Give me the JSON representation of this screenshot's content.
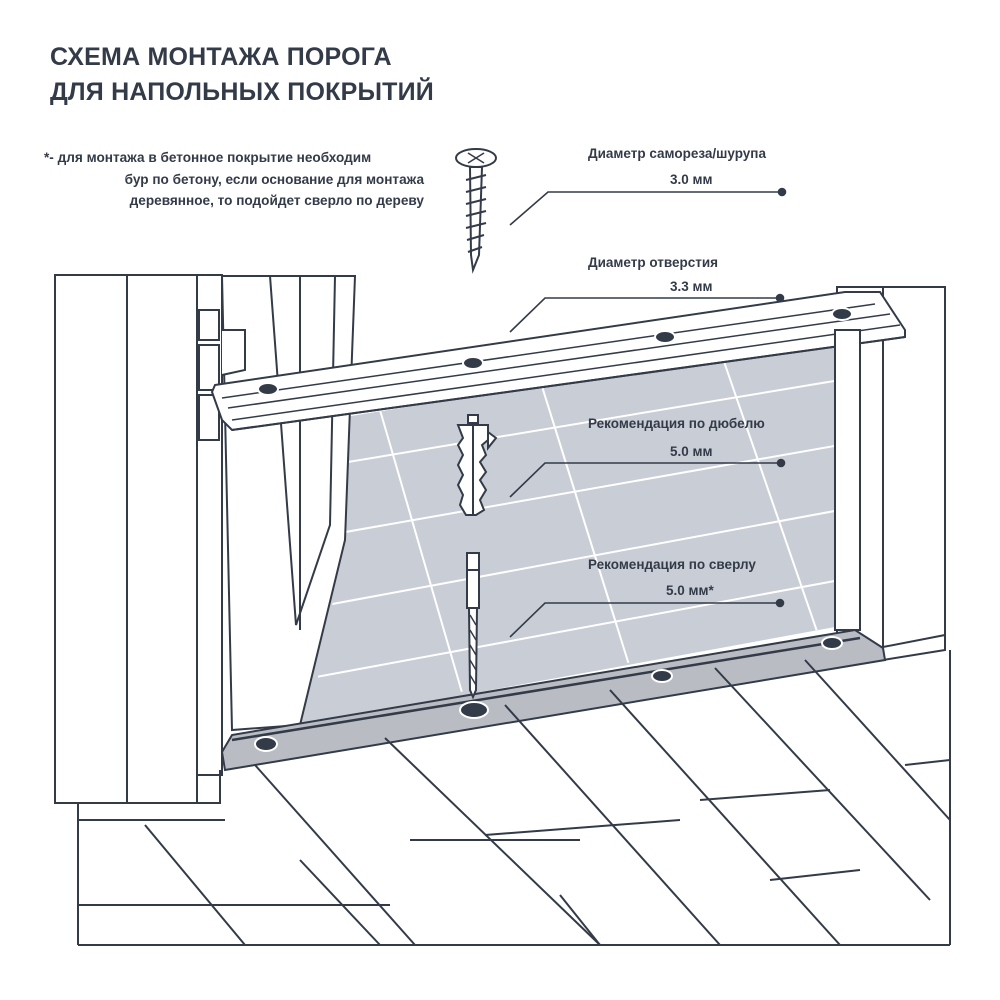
{
  "title": {
    "line1": "СХЕМА МОНТАЖА ПОРОГА",
    "line2": "ДЛЯ НАПОЛЬНЫХ ПОКРЫТИЙ"
  },
  "note": {
    "line1": "*- для монтажа в бетонное покрытие необходим",
    "line2": "бур по бетону, если основание для монтажа",
    "line3": "деревянное, то подойдет сверло по дереву"
  },
  "callouts": [
    {
      "label": "Диаметр самореза/шурупа",
      "value": "3.0 мм",
      "icon": "screw-icon"
    },
    {
      "label": "Диаметр отверстия",
      "value": "3.3 мм",
      "icon": "threshold-hole"
    },
    {
      "label": "Рекомендация по дюбелю",
      "value": "5.0 мм",
      "icon": "dowel-icon"
    },
    {
      "label": "Рекомендация по сверлу",
      "value": "5.0 мм*",
      "icon": "drill-bit-icon"
    }
  ],
  "colors": {
    "line": "#333b48",
    "glass": "#c9cdd6",
    "floor_strip": "#b9bcc2",
    "fill": "#ffffff"
  }
}
